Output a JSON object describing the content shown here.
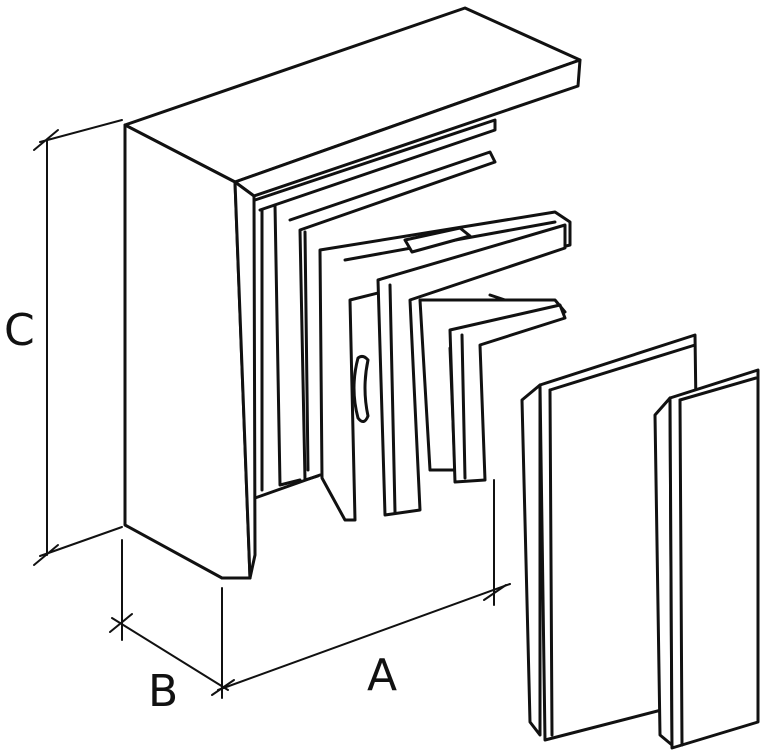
{
  "labels": {
    "width": "A",
    "depth": "B",
    "height": "C"
  }
}
